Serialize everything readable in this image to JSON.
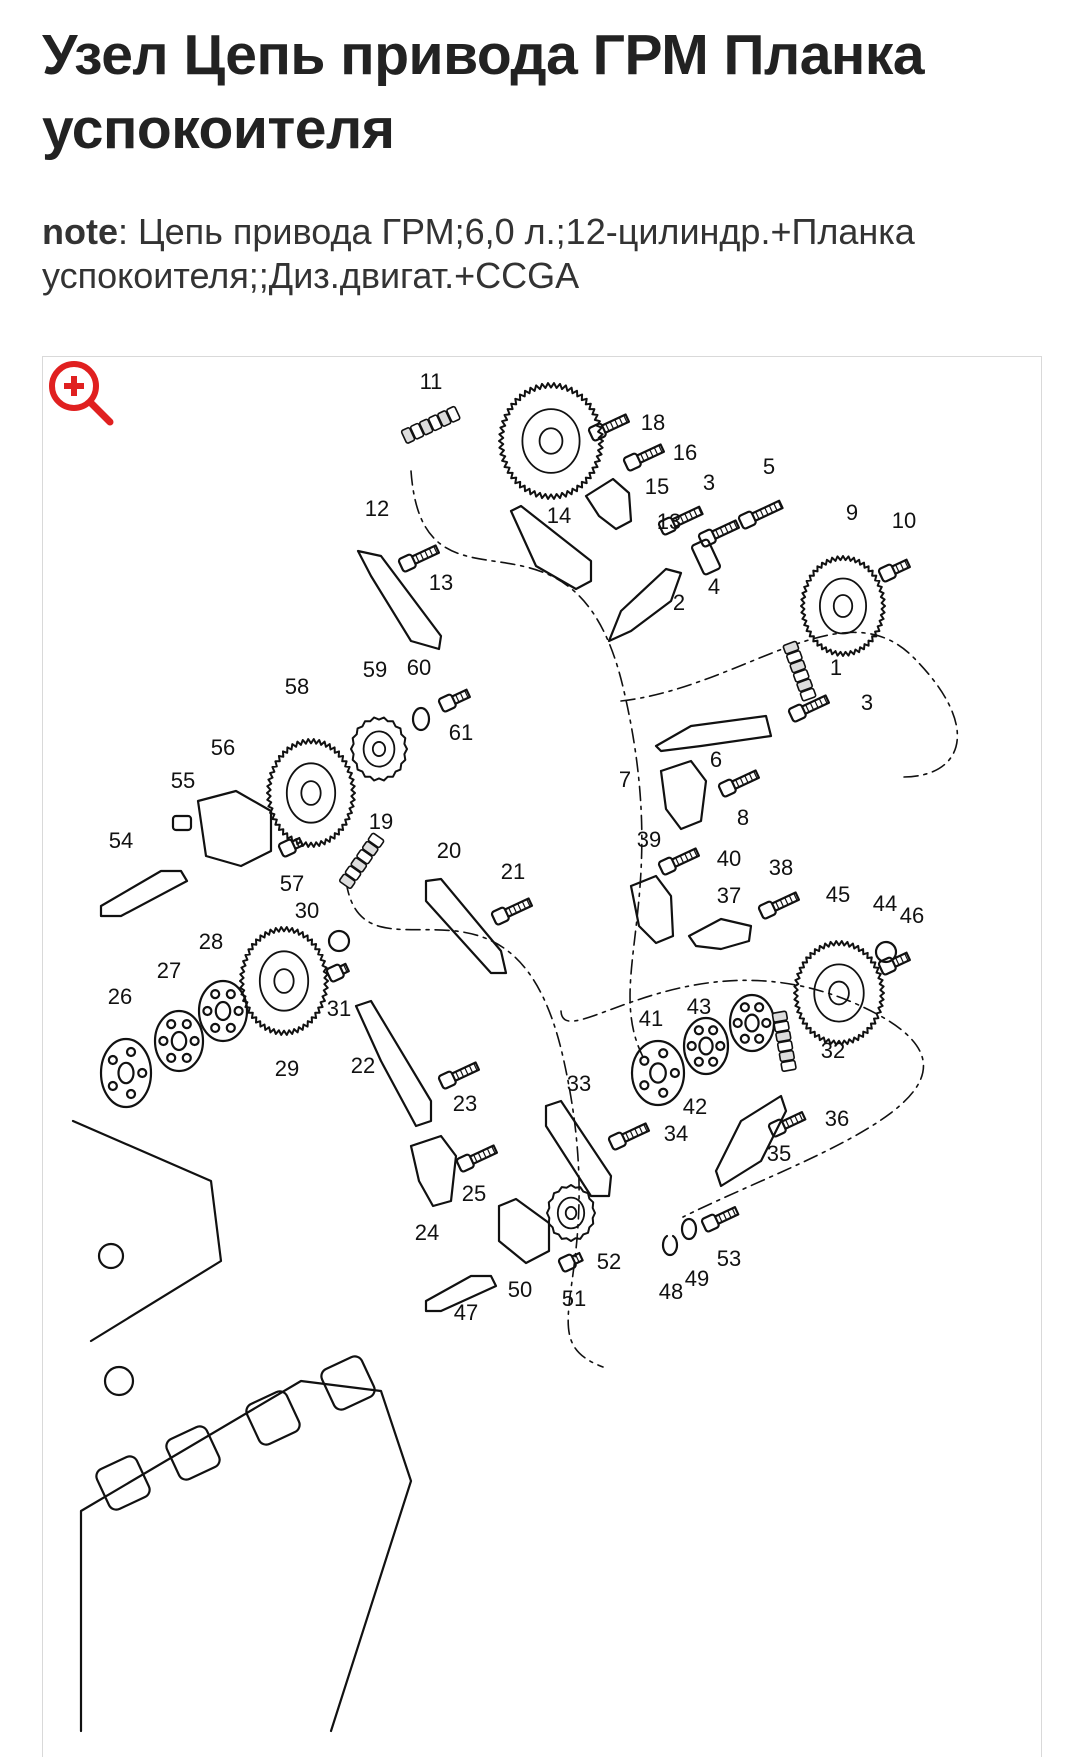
{
  "title": "Узел Цепь привода ГРМ Планка успокоителя",
  "note": {
    "label": "note",
    "separator": ": ",
    "text": "Цепь привода ГРМ;6,0 л.;12-цилиндр.+Планка успокоителя;;Диз.двигат.+CCGA"
  },
  "zoom_icon": "zoom-in-icon",
  "accent_color": "#e02020",
  "part_numbers": [
    "1",
    "2",
    "3",
    "3",
    "4",
    "5",
    "6",
    "7",
    "8",
    "9",
    "10",
    "11",
    "12",
    "13",
    "13",
    "14",
    "15",
    "16",
    "17",
    "18",
    "19",
    "20",
    "21",
    "22",
    "23",
    "24",
    "25",
    "26",
    "27",
    "28",
    "29",
    "30",
    "31",
    "32",
    "33",
    "34",
    "35",
    "36",
    "37",
    "38",
    "39",
    "40",
    "41",
    "42",
    "43",
    "44",
    "45",
    "46",
    "47",
    "48",
    "49",
    "50",
    "51",
    "52",
    "53",
    "54",
    "55",
    "56",
    "57",
    "58",
    "59",
    "60",
    "61"
  ]
}
